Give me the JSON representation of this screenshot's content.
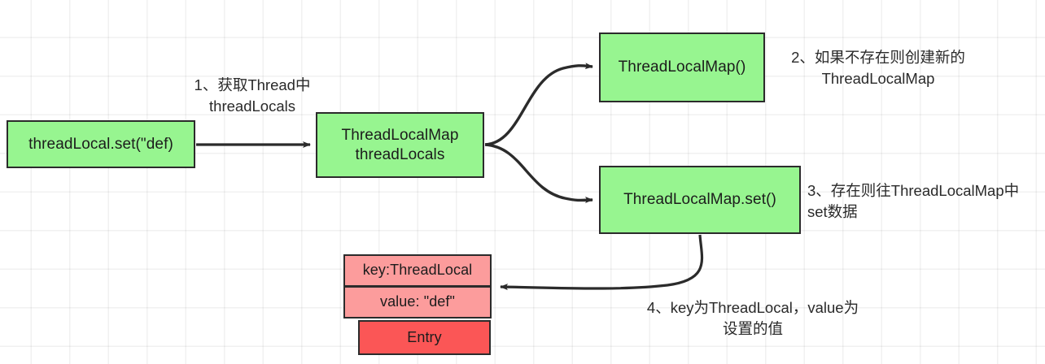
{
  "diagram": {
    "title": "ThreadLocal set flow",
    "colors": {
      "green_fill": "#97f590",
      "pink_fill": "#fc9c9c",
      "red_fill": "#fb5656",
      "stroke": "#2b2b2b",
      "grid": "#eeeeee",
      "background": "#ffffff"
    },
    "nodes": {
      "threadlocal_set": "threadLocal.set(\"def)",
      "threadlocalmap_field": "ThreadLocalMap\nthreadLocals",
      "threadlocalmap_ctor": "ThreadLocalMap()",
      "threadlocalmap_set": "ThreadLocalMap.set()",
      "entry_key": "key:ThreadLocal",
      "entry_value": "value: \"def\"",
      "entry_label": "Entry"
    },
    "captions": {
      "step_1": "1、获取Thread中\nthreadLocals",
      "step_2": "2、如果不存在则创建新的\nThreadLocalMap",
      "step_3": "3、存在则往ThreadLocalMap中\nset数据",
      "step_4": "4、key为ThreadLocal，value为\n设置的值"
    },
    "edges": [
      {
        "name": "edge-set-to-map-field",
        "from": "threadlocal_set",
        "to": "threadlocalmap_field",
        "style": "straight-arrow"
      },
      {
        "name": "edge-map-field-to-ctor",
        "from": "threadlocalmap_field",
        "to": "threadlocalmap_ctor",
        "style": "curved-arrow"
      },
      {
        "name": "edge-map-field-to-set",
        "from": "threadlocalmap_field",
        "to": "threadlocalmap_set",
        "style": "curved-arrow"
      },
      {
        "name": "edge-map-set-to-entry",
        "from": "threadlocalmap_set",
        "to": "entry_value",
        "style": "curved-arrow"
      }
    ]
  }
}
